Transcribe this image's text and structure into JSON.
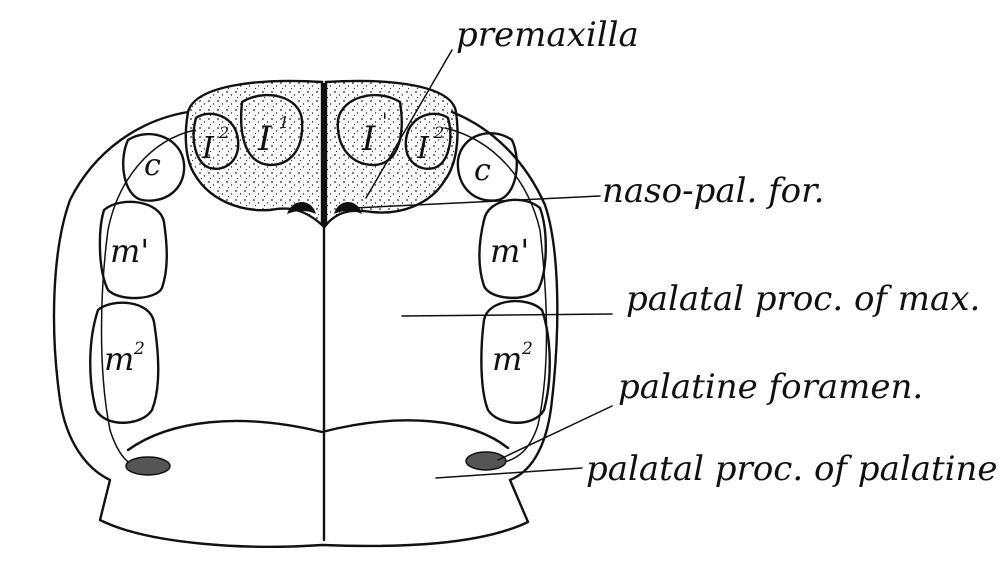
{
  "labels": {
    "premaxilla": "premaxilla",
    "naso_pal_for": "naso-pal. for.",
    "palatal_proc_max": "palatal proc. of max.",
    "palatine_foramen": "palatine foramen.",
    "palatal_proc_palatine": "palatal proc. of palatine"
  },
  "teeth": {
    "i1_left": "I",
    "i1_left_sup": "1",
    "i1_right": "I",
    "i1_right_sup": "'",
    "i2_left": "I",
    "i2_left_sup": "2",
    "i2_right": "I",
    "i2_right_sup": "2",
    "c_left": "c",
    "c_right": "c",
    "m1_left": "m'",
    "m1_right": "m'",
    "m2_left": "m",
    "m2_left_sup": "2",
    "m2_right": "m",
    "m2_right_sup": "2"
  }
}
